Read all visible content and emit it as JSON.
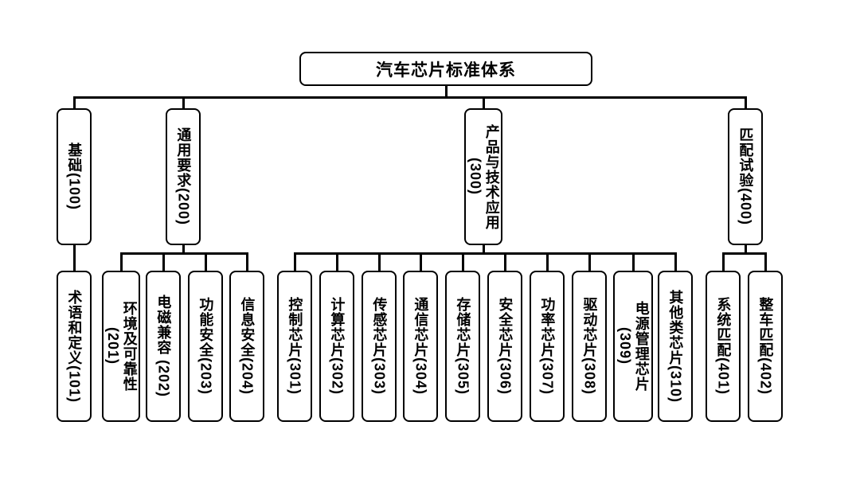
{
  "colors": {
    "background": "#ffffff",
    "box_border": "#000000",
    "connector": "#000000",
    "text": "#000000"
  },
  "diagram": {
    "root": {
      "label": "汽车芯片标准体系"
    },
    "branches": [
      {
        "label": "基础(100)",
        "children": [
          {
            "label": "术语和定义(101)"
          }
        ]
      },
      {
        "label": "通用要求(200)",
        "children": [
          {
            "label": "环境及可靠性\n(201)"
          },
          {
            "label": "电磁兼容 (202)"
          },
          {
            "label": "功能安全(203)"
          },
          {
            "label": "信息安全(204)"
          }
        ]
      },
      {
        "label": "产品与技术应用\n(300)",
        "children": [
          {
            "label": "控制芯片(301)"
          },
          {
            "label": "计算芯片(302)"
          },
          {
            "label": "传感芯片(303)"
          },
          {
            "label": "通信芯片(304)"
          },
          {
            "label": "存储芯片(305)"
          },
          {
            "label": "安全芯片(306)"
          },
          {
            "label": "功率芯片(307)"
          },
          {
            "label": "驱动芯片(308)"
          },
          {
            "label": "电源管理芯片\n(309)"
          },
          {
            "label": "其他类芯片(310)"
          }
        ]
      },
      {
        "label": "匹配试验(400)",
        "children": [
          {
            "label": "系统匹配(401)"
          },
          {
            "label": "整车匹配(402)"
          }
        ]
      }
    ]
  }
}
